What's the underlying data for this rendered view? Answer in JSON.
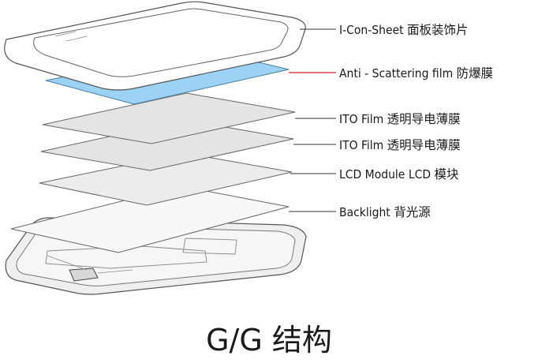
{
  "diagram": {
    "title": "G/G 结构",
    "layers": [
      {
        "label": "I-Con-Sheet  面板装饰片"
      },
      {
        "label": "Anti - Scattering film 防爆膜"
      },
      {
        "label": "ITO Film  透明导电薄膜"
      },
      {
        "label": "ITO Film  透明导电薄膜"
      },
      {
        "label": "LCD Module LCD 模块"
      },
      {
        "label": "Backlight 背光源"
      }
    ],
    "colors": {
      "anti_scattering_fill": "#9cd2f3",
      "anti_scattering_leader": "#d2202a",
      "sheet_fill": "#e6e6e6",
      "lcd_fill": "#f4f4f4",
      "outline": "#555555",
      "leader": "#333333"
    }
  }
}
